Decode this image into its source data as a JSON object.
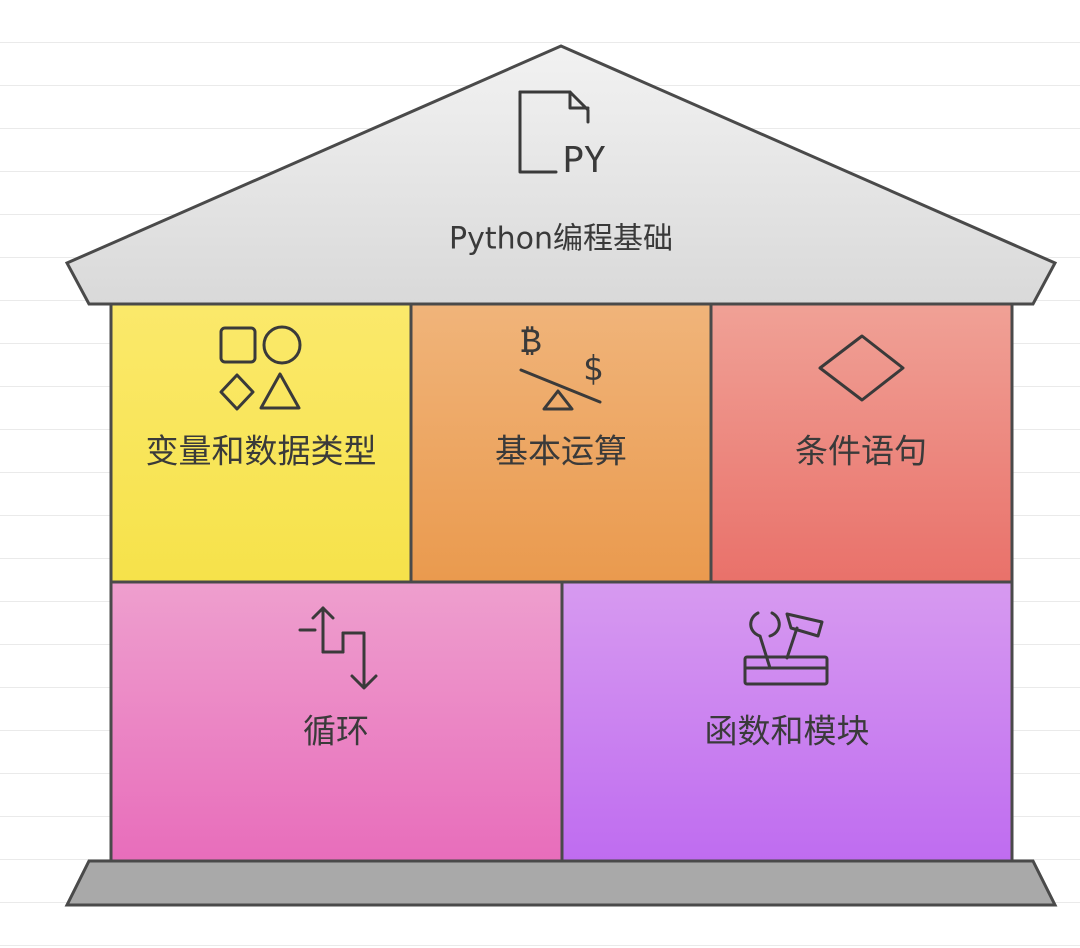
{
  "roof": {
    "title": "Python编程基础",
    "icon": "python-file-icon",
    "icon_text": "PY",
    "color_top": "#f2f2f2",
    "color_bottom": "#d9d9d9"
  },
  "rooms": [
    {
      "label": "变量和数据类型",
      "icon": "shapes-icon",
      "color_top": "#fbe96b",
      "color_bottom": "#f6e24a"
    },
    {
      "label": "基本运算",
      "icon": "balance-scale-icon",
      "icon_symbols": [
        "₿",
        "$"
      ],
      "color_top": "#f0b47a",
      "color_bottom": "#ea9a4e"
    },
    {
      "label": "条件语句",
      "icon": "diamond-icon",
      "color_top": "#f0a196",
      "color_bottom": "#e9716a"
    },
    {
      "label": "循环",
      "icon": "loop-arrows-icon",
      "color_top": "#ee9fce",
      "color_bottom": "#e86dbb"
    },
    {
      "label": "函数和模块",
      "icon": "toolbox-icon",
      "color_top": "#d79af0",
      "color_bottom": "#bf6cf0"
    }
  ],
  "foundation": {
    "color": "#a9a9a9"
  }
}
